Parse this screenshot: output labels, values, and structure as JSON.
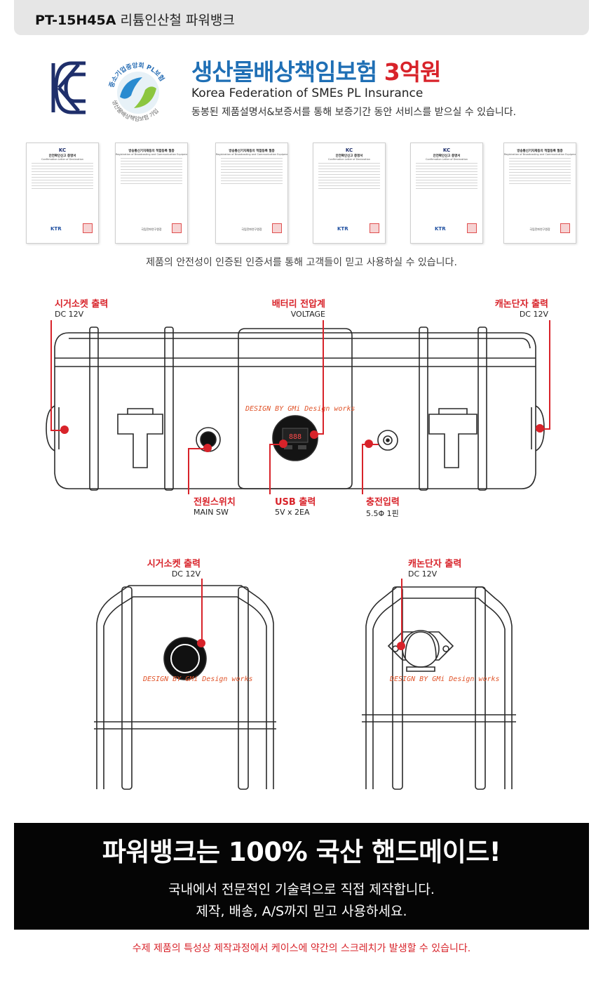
{
  "header": {
    "model": "PT-15H45A",
    "product_name": "리튬인산철 파워뱅크"
  },
  "kc_logo": {
    "icon": "kc-mark-icon"
  },
  "pl_seal": {
    "icon": "pl-insurance-seal-icon",
    "arc_text": "중소기업중앙회 PL보험",
    "bottom_text": "생산물배상책임보험 가입"
  },
  "insurance": {
    "title": "생산물배상책임보험",
    "amount": "3억원",
    "subtitle": "Korea Federation of SMEs PL Insurance",
    "note": "동봉된 제품설명서&보증서를 통해 보증기간 동안 서비스를 받으실 수 있습니다."
  },
  "certificates": [
    {
      "type": "kc-cert",
      "heading": "안전확인신고 증명서",
      "sub": "Confirmation Letter of Declaration",
      "footer": "KTR"
    },
    {
      "type": "radio-cert",
      "heading": "방송통신기자재등의 적합등록 필증",
      "sub": "Registration of Broadcasting and Communication Equipments",
      "footer": "국립전파연구원장"
    },
    {
      "type": "radio-cert",
      "heading": "방송통신기자재등의 적합등록 필증",
      "sub": "Registration of Broadcasting and Communication Equipments",
      "footer": "국립전파연구원장"
    },
    {
      "type": "kc-cert",
      "heading": "안전확인신고 증명서",
      "sub": "Confirmation Letter of Declaration",
      "footer": "KTR"
    },
    {
      "type": "kc-cert",
      "heading": "안전확인신고 증명서",
      "sub": "Confirmation Letter of Declaration",
      "footer": "KTR"
    },
    {
      "type": "radio-cert",
      "heading": "방송통신기자재등의 적합등록 필증",
      "sub": "Registration of Broadcasting and Communication Equipments",
      "footer": "국립전파연구원장"
    }
  ],
  "cert_note": "제품의 안전성이 인증된 인증서를 통해 고객들이 믿고 사용하실 수 있습니다.",
  "front_labels": {
    "cigar_left": {
      "title": "시거소켓 출력",
      "sub": "DC 12V"
    },
    "voltmeter": {
      "title": "배터리 전압계",
      "sub": "VOLTAGE"
    },
    "cannon_right": {
      "title": "캐논단자 출력",
      "sub": "DC 12V"
    },
    "power_switch": {
      "title": "전원스위치",
      "sub": "MAIN SW"
    },
    "usb": {
      "title": "USB 출력",
      "sub": "5V x 2EA"
    },
    "charge_input": {
      "title": "충전입력",
      "sub": "5.5Φ 1핀"
    }
  },
  "voltmeter_display": "888",
  "side_labels": {
    "cigar": {
      "title": "시거소켓 출력",
      "sub": "DC 12V"
    },
    "cannon": {
      "title": "캐논단자 출력",
      "sub": "DC 12V"
    }
  },
  "watermark": "DESIGN BY GMi Design works",
  "banner": {
    "title": "파워뱅크는 100% 국산 핸드메이드!",
    "line1": "국내에서 전문적인 기술력으로 직접 제작합니다.",
    "line2": "제작, 배송, A/S까지 믿고 사용하세요."
  },
  "footer_note": "수제 제품의 특성상 제작과정에서 케이스에 약간의 스크레치가 발생할 수 있습니다.",
  "colors": {
    "accent_red": "#d8232a",
    "title_blue": "#1f6fb5",
    "kc_navy": "#1f2f6b"
  }
}
